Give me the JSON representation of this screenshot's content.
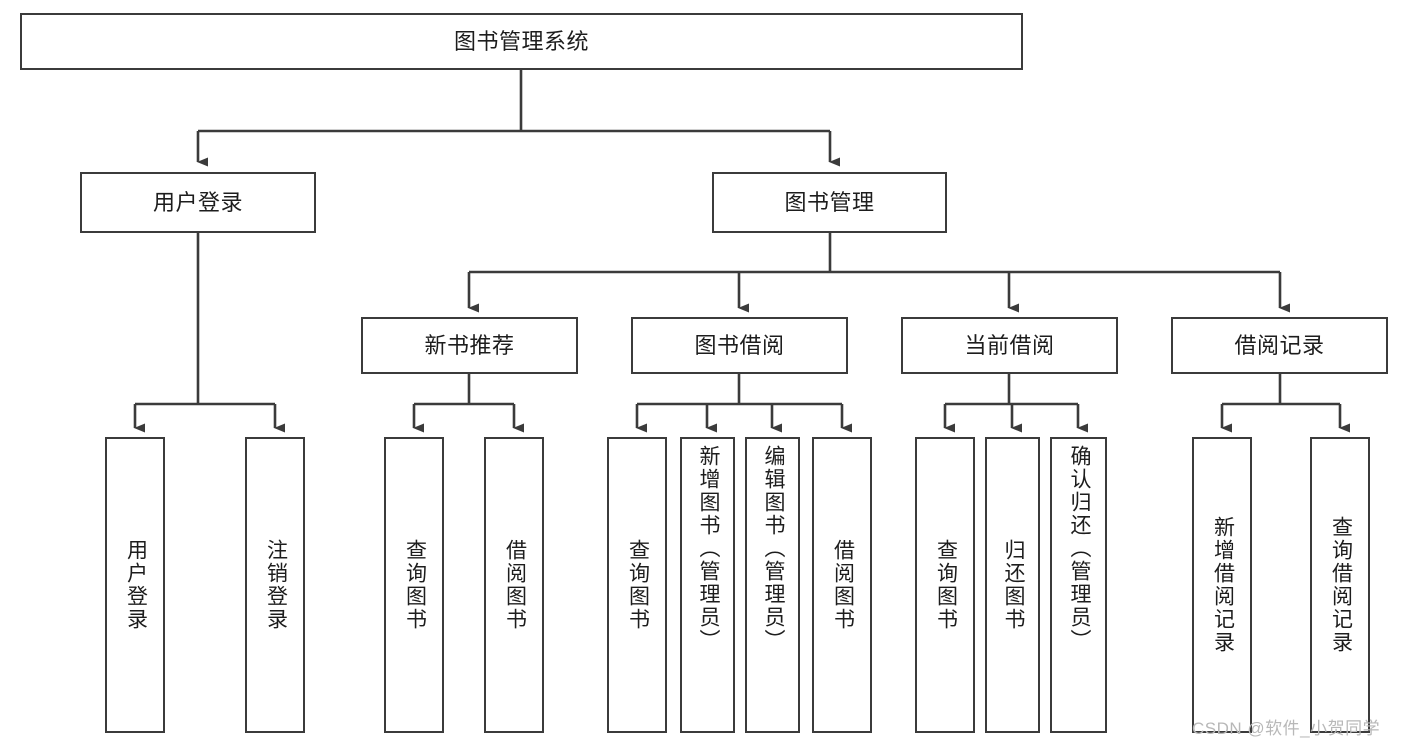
{
  "diagram": {
    "title": "图书管理系统",
    "type": "tree-hierarchy-chart",
    "watermark": "CSDN @软件_小贺同学",
    "colors": {
      "background": "#ffffff",
      "node_border": "#3b3b3b",
      "node_fill": "#ffffff",
      "edge": "#3b3b3b",
      "text": "#1d1d1d",
      "watermark": "#b8b8b8"
    },
    "root": {
      "label": "图书管理系统"
    },
    "level2": [
      {
        "label": "用户登录"
      },
      {
        "label": "图书管理"
      }
    ],
    "level3": [
      {
        "label": "新书推荐"
      },
      {
        "label": "图书借阅"
      },
      {
        "label": "当前借阅"
      },
      {
        "label": "借阅记录"
      }
    ],
    "leaves": {
      "user_login": [
        {
          "label": "用户登录"
        },
        {
          "label": "注销登录"
        }
      ],
      "new_book_recommend": [
        {
          "label": "查询图书"
        },
        {
          "label": "借阅图书"
        }
      ],
      "book_borrow": [
        {
          "label": "查询图书"
        },
        {
          "label": "新增图书（管理员）"
        },
        {
          "label": "编辑图书（管理员）"
        },
        {
          "label": "借阅图书"
        }
      ],
      "current_borrow": [
        {
          "label": "查询图书"
        },
        {
          "label": "归还图书"
        },
        {
          "label": "确认归还（管理员）"
        }
      ],
      "borrow_record": [
        {
          "label": "新增借阅记录"
        },
        {
          "label": "查询借阅记录"
        }
      ]
    }
  }
}
